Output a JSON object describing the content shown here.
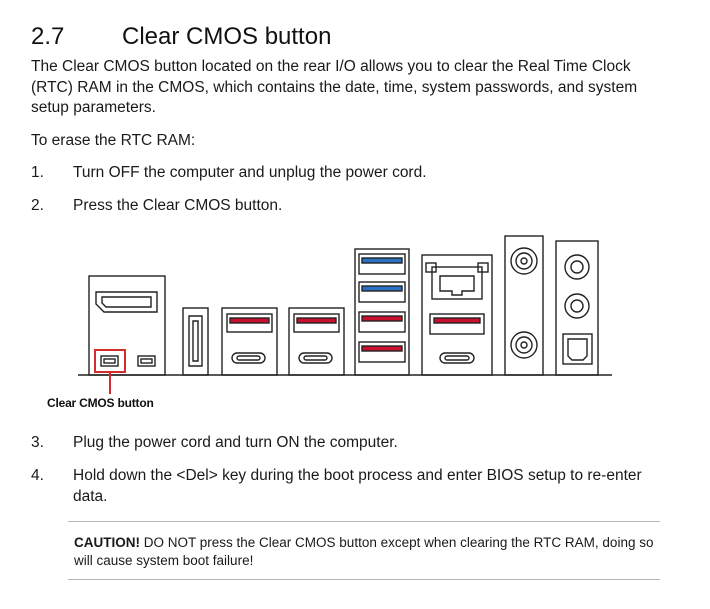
{
  "section": {
    "number": "2.7",
    "title": "Clear CMOS button"
  },
  "intro": "The Clear CMOS button located on the rear I/O allows you to clear the Real Time Clock (RTC) RAM in the CMOS, which contains the date, time, system passwords, and system setup parameters.",
  "erase_label": "To erase the RTC RAM:",
  "steps": [
    {
      "num": "1.",
      "text": "Turn OFF the computer and unplug the power cord."
    },
    {
      "num": "2.",
      "text": "Press the Clear CMOS button."
    },
    {
      "num": "3.",
      "text": "Plug the power cord and turn ON the computer."
    },
    {
      "num": "4.",
      "text": "Hold down the <Del> key during the boot process and enter BIOS setup to re-enter data."
    }
  ],
  "diagram": {
    "callout_label": "Clear CMOS button",
    "colors": {
      "usb_red": "#c8102e",
      "usb_blue": "#2a73c4",
      "highlight": "#d62b2b",
      "outline": "#222222"
    }
  },
  "caution": {
    "label": "CAUTION!",
    "text": " DO NOT press the Clear CMOS button except when clearing the RTC RAM, doing so will cause system boot failure!"
  }
}
